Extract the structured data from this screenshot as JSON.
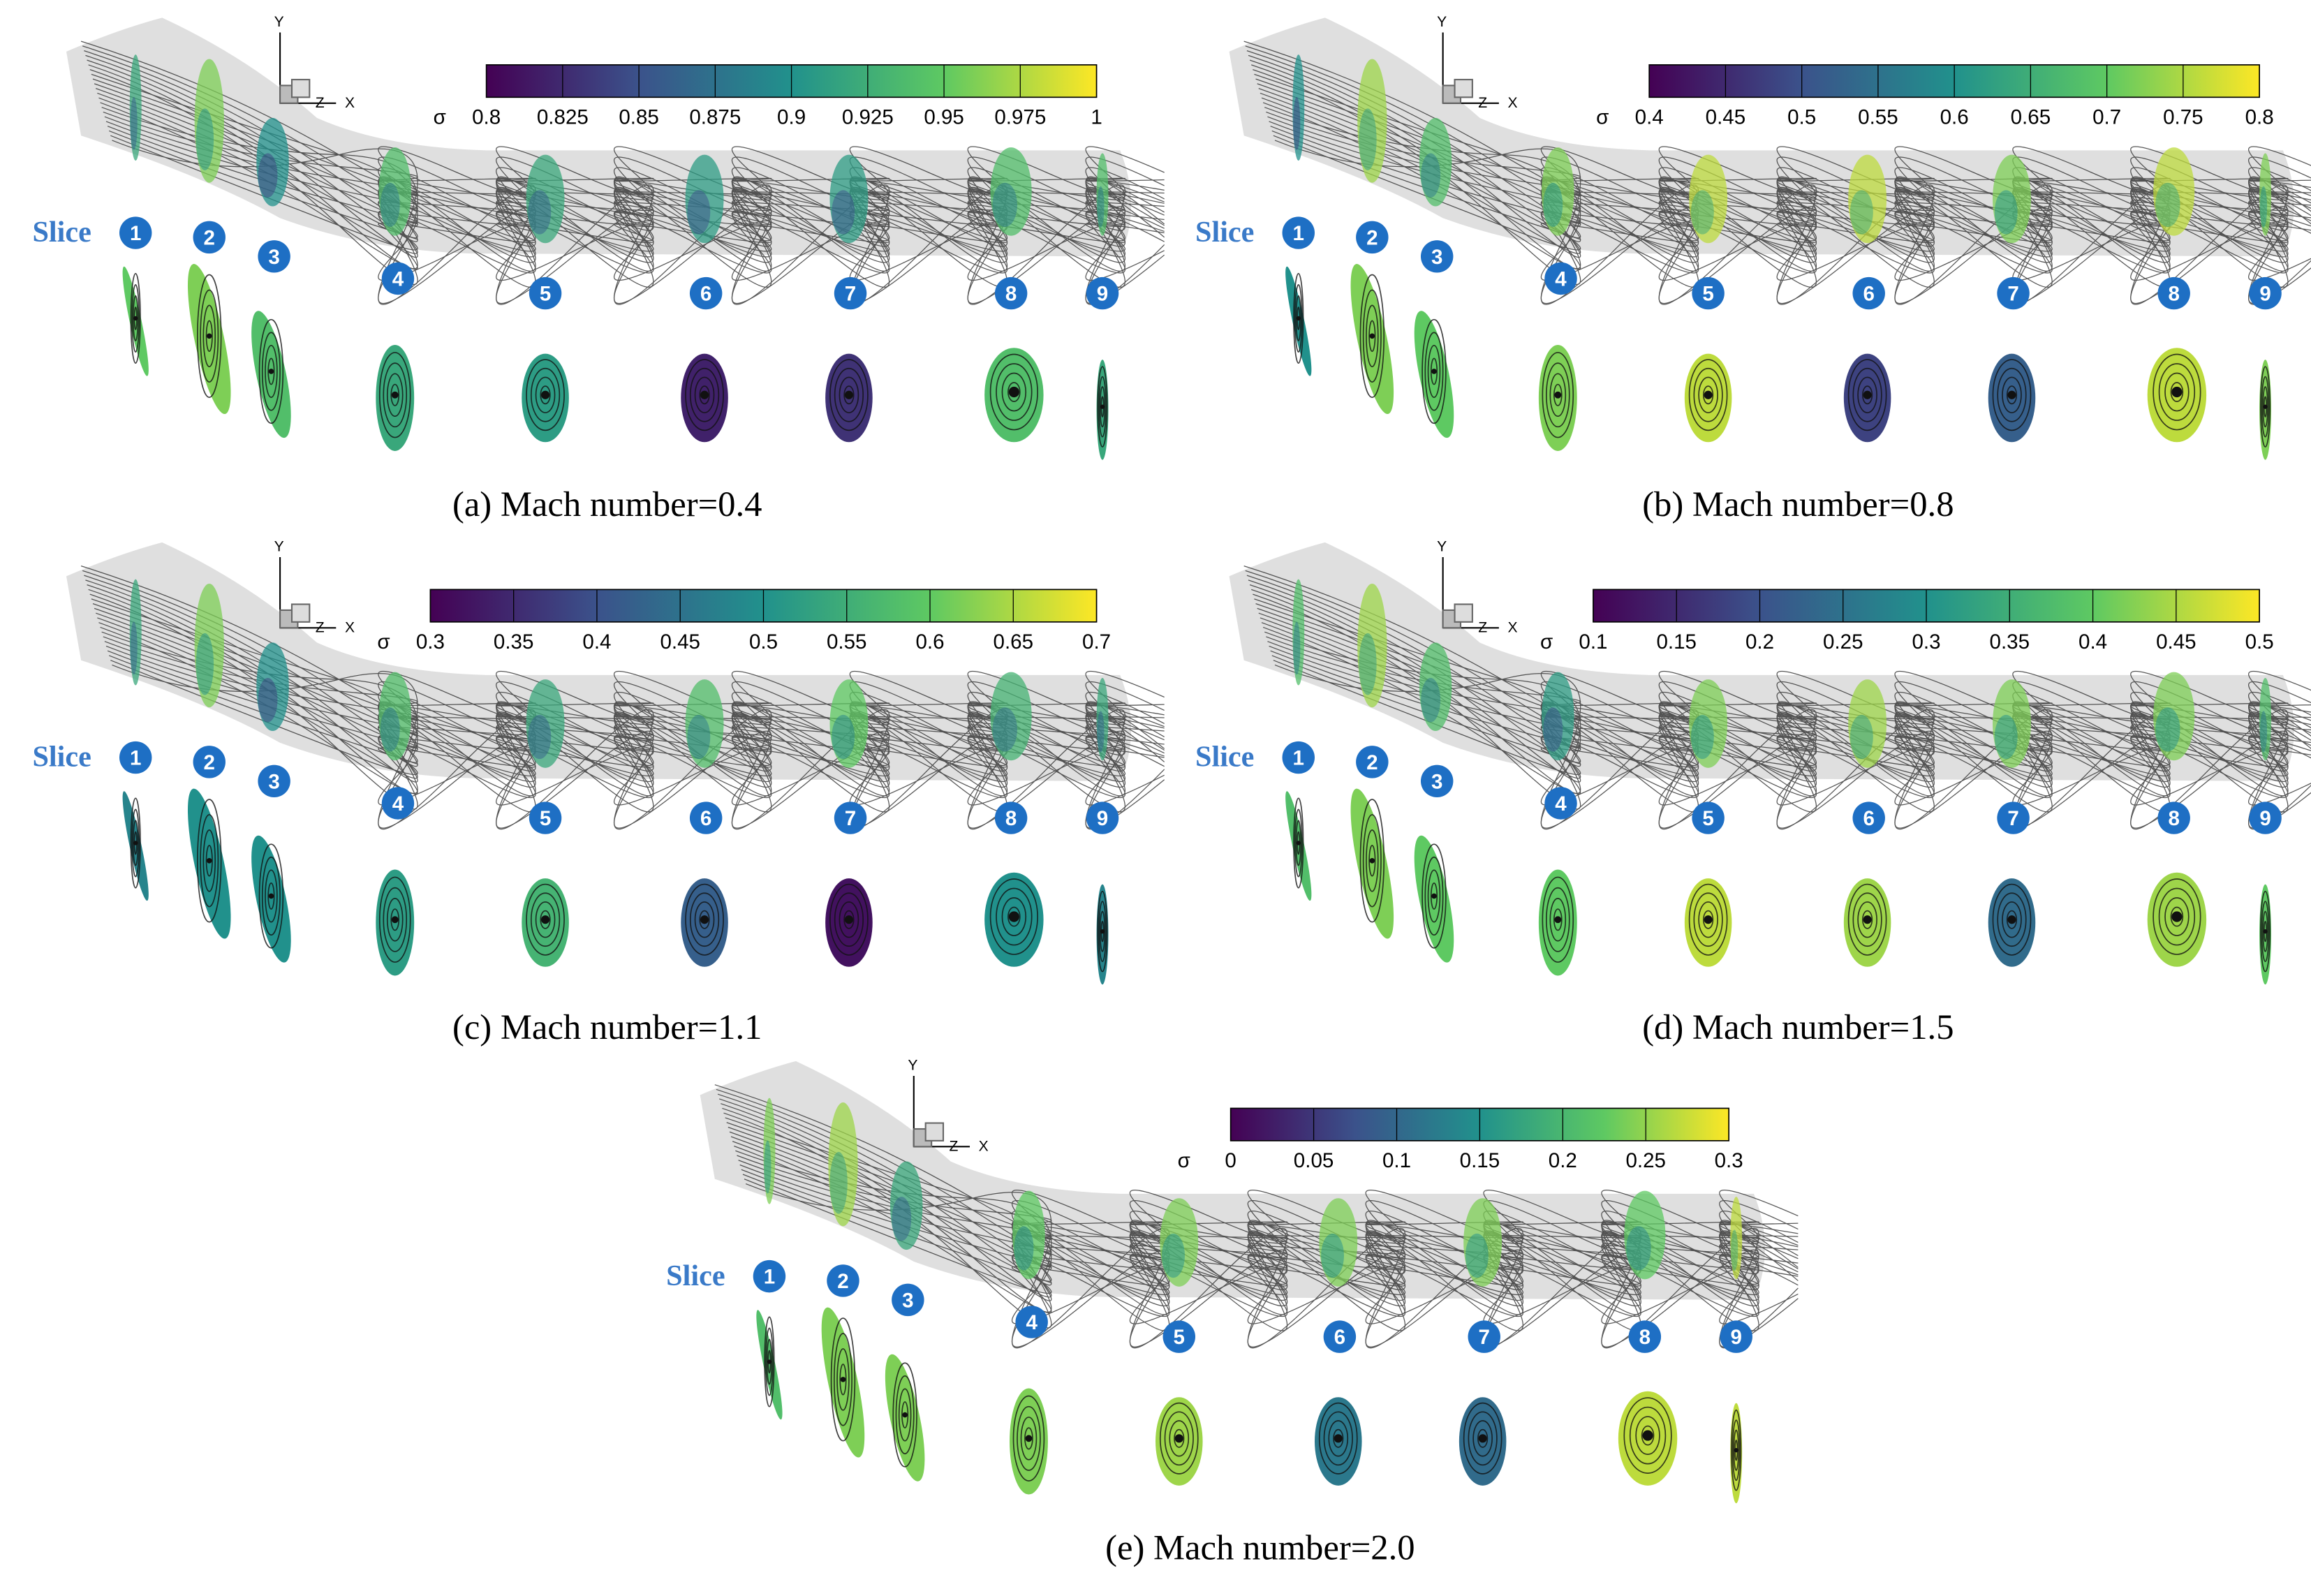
{
  "colors": {
    "slice_badge": "#1e6fc4",
    "slice_word": "#3a7ac8",
    "duct_fill": "#d4d4d4",
    "streamline": "#3a3a3a",
    "colormap": [
      "#440154",
      "#3b528b",
      "#21918c",
      "#5ec962",
      "#fde725"
    ]
  },
  "slice_word": "Slice",
  "slice_numbers": [
    "1",
    "2",
    "3",
    "4",
    "5",
    "6",
    "7",
    "8",
    "9"
  ],
  "axis_triad": {
    "y": "Y",
    "z": "Z",
    "x": "X"
  },
  "colorbar_symbol": "σ",
  "panels": [
    {
      "caption": "(a) Mach number=0.4",
      "colorbar_ticks": [
        "0.8",
        "0.825",
        "0.85",
        "0.875",
        "0.9",
        "0.925",
        "0.95",
        "0.975",
        "1"
      ],
      "slice_levels": [
        0.6,
        0.8,
        0.5,
        0.7,
        0.6,
        0.55,
        0.55,
        0.7,
        0.7
      ],
      "cross_section_levels": [
        0.75,
        0.8,
        0.7,
        0.6,
        0.55,
        0.1,
        0.15,
        0.7,
        0.6
      ]
    },
    {
      "caption": "(b) Mach number=0.8",
      "colorbar_ticks": [
        "0.4",
        "0.45",
        "0.5",
        "0.55",
        "0.6",
        "0.65",
        "0.7",
        "0.75",
        "0.8"
      ],
      "slice_levels": [
        0.5,
        0.85,
        0.7,
        0.8,
        0.9,
        0.9,
        0.8,
        0.9,
        0.8
      ],
      "cross_section_levels": [
        0.5,
        0.8,
        0.75,
        0.8,
        0.9,
        0.2,
        0.3,
        0.9,
        0.8
      ]
    },
    {
      "caption": "(c) Mach number=1.1",
      "colorbar_ticks": [
        "0.3",
        "0.35",
        "0.4",
        "0.45",
        "0.5",
        "0.55",
        "0.6",
        "0.65",
        "0.7"
      ],
      "slice_levels": [
        0.6,
        0.8,
        0.5,
        0.7,
        0.6,
        0.7,
        0.75,
        0.65,
        0.6
      ],
      "cross_section_levels": [
        0.45,
        0.5,
        0.5,
        0.55,
        0.65,
        0.3,
        0.05,
        0.5,
        0.45
      ]
    },
    {
      "caption": "(d) Mach number=1.5",
      "colorbar_ticks": [
        "0.1",
        "0.15",
        "0.2",
        "0.25",
        "0.3",
        "0.35",
        "0.4",
        "0.45",
        "0.5"
      ],
      "slice_levels": [
        0.7,
        0.85,
        0.7,
        0.55,
        0.8,
        0.85,
        0.8,
        0.8,
        0.7
      ],
      "cross_section_levels": [
        0.7,
        0.8,
        0.75,
        0.75,
        0.9,
        0.85,
        0.35,
        0.85,
        0.75
      ]
    },
    {
      "caption": "(e) Mach number=2.0",
      "colorbar_ticks": [
        "0",
        "0.05",
        "0.1",
        "0.15",
        "0.2",
        "0.25",
        "0.3"
      ],
      "slice_levels": [
        0.8,
        0.85,
        0.6,
        0.75,
        0.8,
        0.8,
        0.8,
        0.75,
        0.9
      ],
      "cross_section_levels": [
        0.7,
        0.8,
        0.8,
        0.8,
        0.85,
        0.4,
        0.35,
        0.9,
        0.9
      ]
    }
  ]
}
